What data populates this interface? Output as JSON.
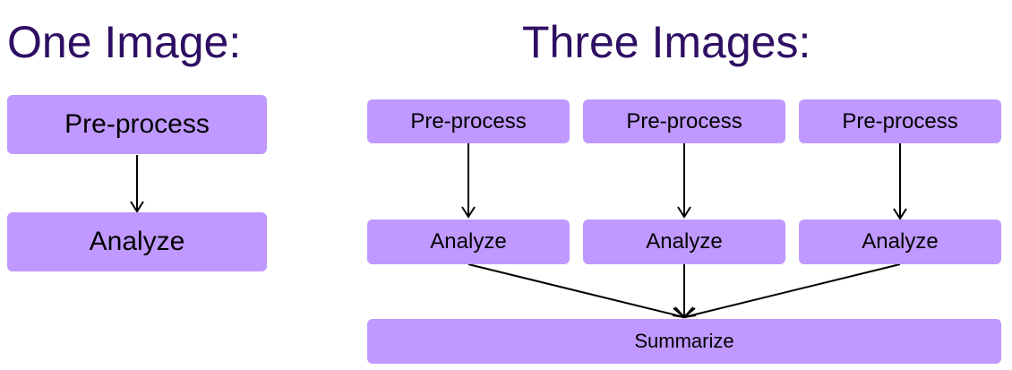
{
  "one_image": {
    "title": "One Image:",
    "preprocess_label": "Pre-process",
    "analyze_label": "Analyze"
  },
  "three_images": {
    "title": "Three Images:",
    "columns": [
      {
        "preprocess_label": "Pre-process",
        "analyze_label": "Analyze"
      },
      {
        "preprocess_label": "Pre-process",
        "analyze_label": "Analyze"
      },
      {
        "preprocess_label": "Pre-process",
        "analyze_label": "Analyze"
      }
    ],
    "summarize_label": "Summarize"
  },
  "colors": {
    "box_fill": "#bf99ff",
    "title_text": "#2e0f63",
    "box_text": "#000000",
    "arrow": "#000000"
  }
}
